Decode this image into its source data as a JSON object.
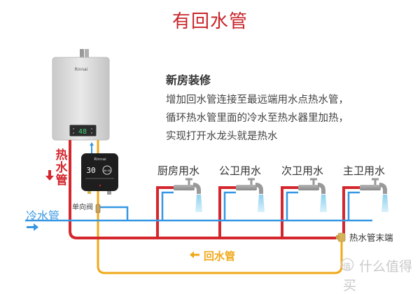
{
  "title": "有回水管",
  "description": {
    "heading": "新房装修",
    "lines": [
      "增加回水管连接至最远端用水点热水管，",
      "循环热水管里面的冷水至热水器里加热，",
      "实现打开水龙头就是热水"
    ]
  },
  "heater": {
    "brand": "Rinnai",
    "display_value": "48"
  },
  "pump": {
    "brand": "Rinnai",
    "display_value": "30",
    "dial_text": "88:88"
  },
  "pipes": {
    "hot": {
      "label": "热水管",
      "color": "#d3272d",
      "direction": "down"
    },
    "cold": {
      "label": "冷水管",
      "color": "#3597e3",
      "direction": "right"
    },
    "return": {
      "label": "回水管",
      "color": "#f0a818",
      "direction": "left"
    }
  },
  "check_valve_label": "单向阀",
  "hot_pipe_end_label": "热水管末端",
  "fixtures": [
    {
      "label": "厨房用水"
    },
    {
      "label": "公卫用水"
    },
    {
      "label": "次卫用水"
    },
    {
      "label": "主卫用水"
    }
  ],
  "watermark": "值 什么值得买"
}
